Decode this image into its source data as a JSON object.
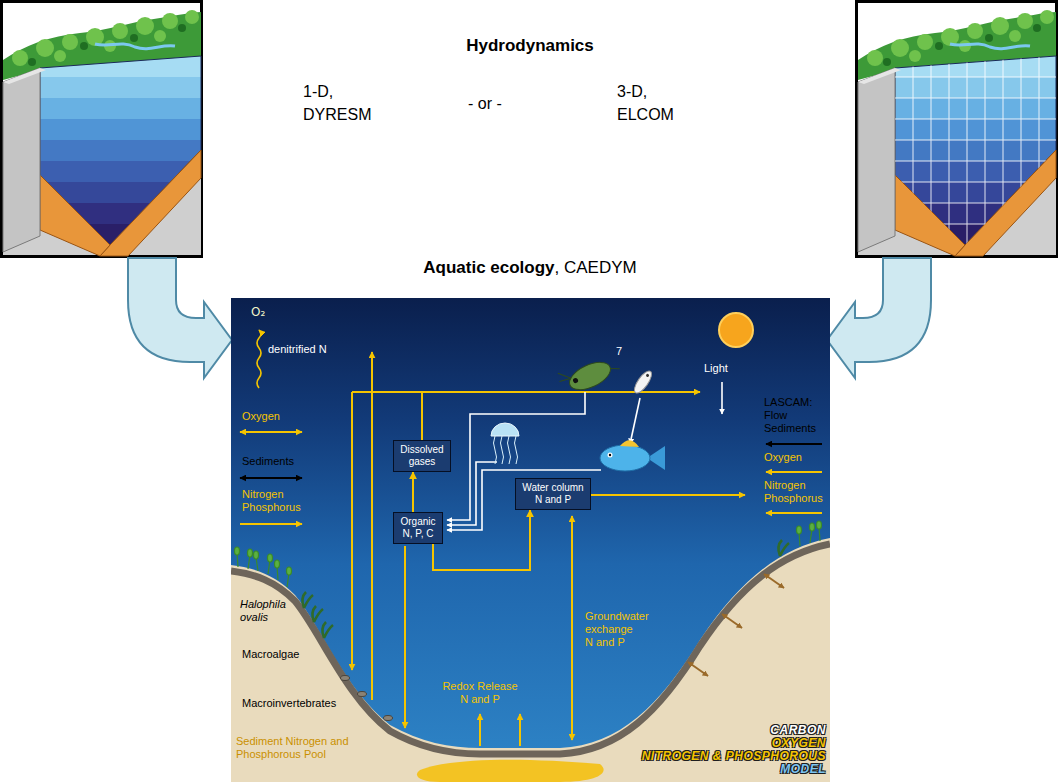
{
  "diagram": {
    "nodes": [
      {
        "text": [
          "Dissolved gases"
        ]
      },
      {
        "text": [
          "Organic N, P, C"
        ]
      },
      {
        "text": [
          "Water column N and P"
        ]
      }
    ],
    "edges": [
      {
        "from": 1,
        "to": 0,
        "arrow": "to"
      },
      {
        "from": 1,
        "to": 2,
        "arrow": "to"
      }
    ],
    "labels": [
      "Hydrodynamics",
      "1-D, DYRESM",
      "- or -",
      "3-D, ELCOM",
      "Aquatic ecology",
      ", CAEDYM",
      "O₂",
      "denitrified N",
      "Light",
      "Oxygen",
      "Sediments",
      "Nitrogen Phosphorus",
      "LASCAM: Flow Sediments",
      "Oxygen",
      "Nitrogen Phosphorus",
      "7",
      "Groundwater exchange N and P",
      "Redox Release N and P",
      "Halophila ovalis",
      "Macroalgae",
      "Macroinvertebrates",
      "Sediment Nitrogen and Phosphorous Pool",
      "CARBON",
      "OXYGEN",
      "NITROGEN & PHOSPHOROUS",
      "MODEL"
    ]
  }
}
